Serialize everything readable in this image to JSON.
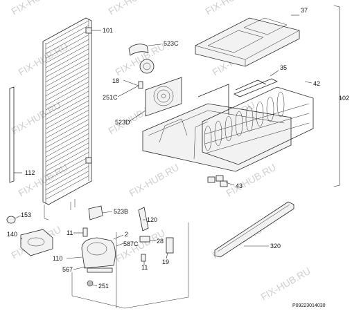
{
  "watermark": {
    "text": "FIX-HUB.RU"
  },
  "callouts": {
    "c101": "101",
    "c37": "37",
    "c523c": "523C",
    "c18": "18",
    "c35": "35",
    "c42": "42",
    "c102": "102",
    "c251c": "251C",
    "c523d": "523D",
    "c112": "112",
    "c43": "43",
    "c153": "153",
    "c523b": "523B",
    "c120": "120",
    "c11a": "11",
    "c2": "2",
    "c140": "140",
    "c587c": "587C",
    "c28": "28",
    "c110": "110",
    "c567": "567",
    "c19": "19",
    "c11b": "11",
    "c320": "320",
    "c251": "251"
  },
  "footer": {
    "code": "P09223014030"
  }
}
